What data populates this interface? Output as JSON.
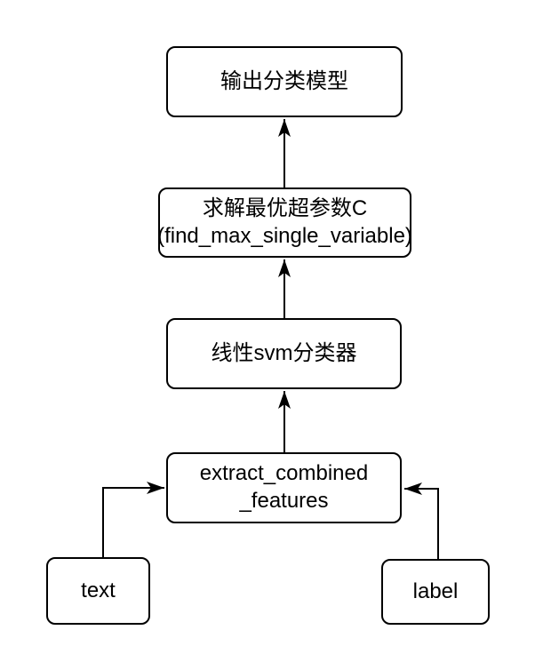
{
  "diagram": {
    "type": "flowchart",
    "nodes": {
      "output_model": {
        "line1": "输出分类模型"
      },
      "find_max": {
        "line1": "求解最优超参数C",
        "line2": "(find_max_single_variable)"
      },
      "svm": {
        "line1": "线性svm分类器"
      },
      "extract": {
        "line1": "extract_combined",
        "line2": "_features"
      },
      "text_input": {
        "line1": "text"
      },
      "label_input": {
        "line1": "label"
      }
    },
    "edges": [
      {
        "from": "find_max",
        "to": "output_model"
      },
      {
        "from": "svm",
        "to": "find_max"
      },
      {
        "from": "extract",
        "to": "svm"
      },
      {
        "from": "text_input",
        "to": "extract"
      },
      {
        "from": "label_input",
        "to": "extract"
      }
    ],
    "colors": {
      "node_border": "#000000",
      "node_fill": "#ffffff",
      "edge": "#000000",
      "text": "#000000",
      "canvas_background": "#ffffff"
    }
  }
}
